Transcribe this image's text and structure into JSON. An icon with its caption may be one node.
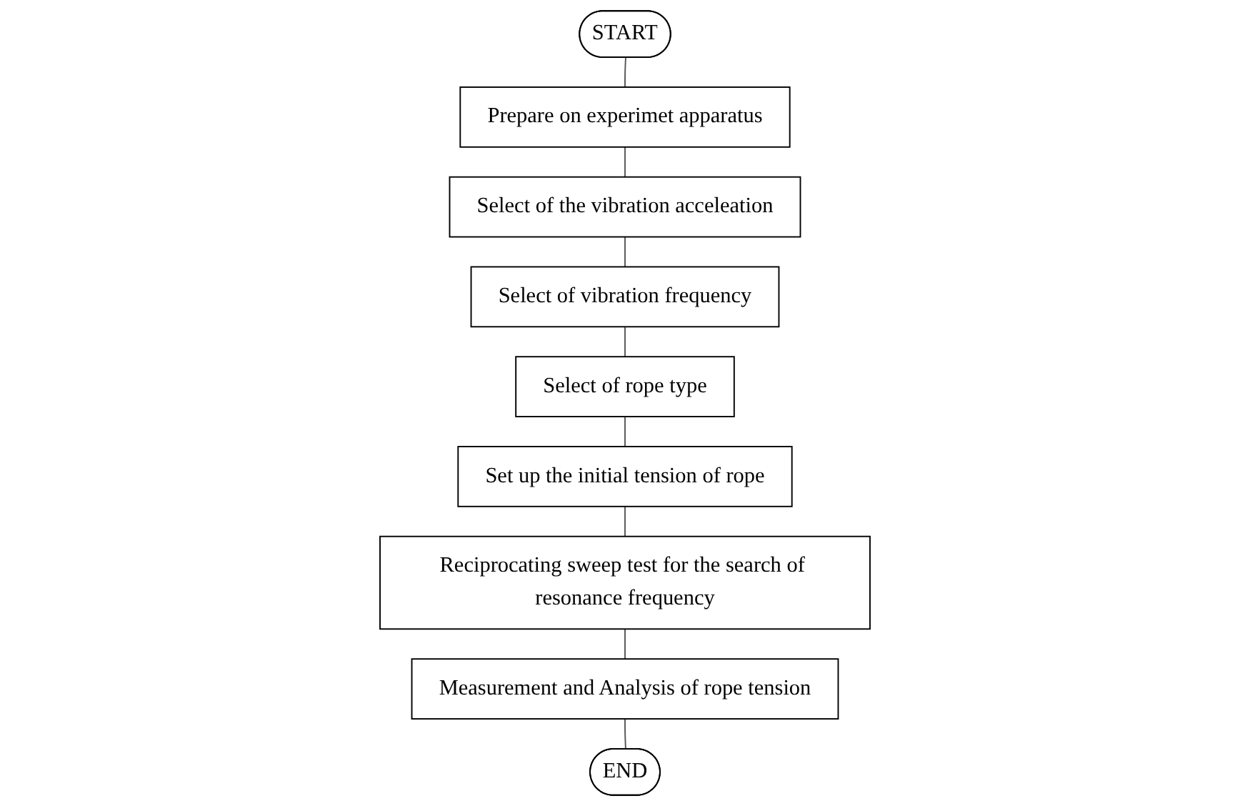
{
  "diagram": {
    "nodes": [
      {
        "text": [
          "START"
        ]
      },
      {
        "text": [
          "Prepare on experimet apparatus"
        ]
      },
      {
        "text": [
          "Select of the vibration acceleation"
        ]
      },
      {
        "text": [
          "Select of vibration frequency"
        ]
      },
      {
        "text": [
          "Select of rope type"
        ]
      },
      {
        "text": [
          "Set up the initial tension of rope"
        ]
      },
      {
        "text": [
          "Reciprocating sweep test for the search of resonance frequency"
        ]
      },
      {
        "text": [
          "Measurement and Analysis of rope tension"
        ]
      },
      {
        "text": [
          "END"
        ]
      }
    ],
    "edges": [
      {
        "from": 0,
        "to": 1,
        "arrow": "none"
      },
      {
        "from": 1,
        "to": 2,
        "arrow": "none"
      },
      {
        "from": 2,
        "to": 3,
        "arrow": "none"
      },
      {
        "from": 3,
        "to": 4,
        "arrow": "none"
      },
      {
        "from": 4,
        "to": 5,
        "arrow": "none"
      },
      {
        "from": 5,
        "to": 6,
        "arrow": "none"
      },
      {
        "from": 6,
        "to": 7,
        "arrow": "none"
      },
      {
        "from": 7,
        "to": 8,
        "arrow": "none"
      }
    ]
  }
}
